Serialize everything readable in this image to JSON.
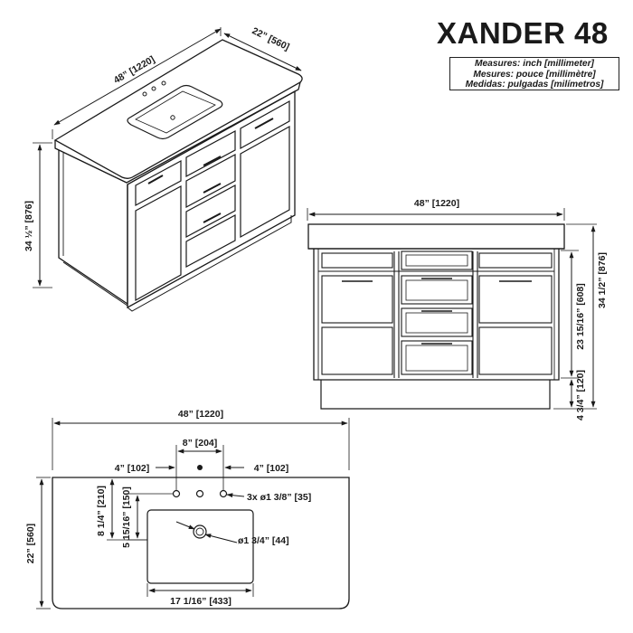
{
  "title": "XANDER 48",
  "units": {
    "en": "Measures: inch [millimeter]",
    "fr": "Mesures: pouce [millimètre]",
    "es": "Medidas: pulgadas [milímetros]"
  },
  "iso_view": {
    "width": "48” [1220]",
    "depth": "22” [560]",
    "height": "34 ½” [876]"
  },
  "front_view": {
    "width": "48” [1220]",
    "height_total": "34 1/2” [876]",
    "height_cabinet": "23 15/16” [608]",
    "toe_kick": "4 3/4” [120]"
  },
  "top_view": {
    "width": "48” [1220]",
    "faucet_spread": "8” [204]",
    "left_offset": "4” [102]",
    "right_offset": "4” [102]",
    "holes": "3x ø1 3/8” [35]",
    "depth": "22” [560]",
    "basin_to_holes": "8 1/4” [210]",
    "basin_to_drain": "5 15/16” [150]",
    "drain": "ø1 3/4” [44]",
    "basin_width": "17 1/16” [433]"
  }
}
